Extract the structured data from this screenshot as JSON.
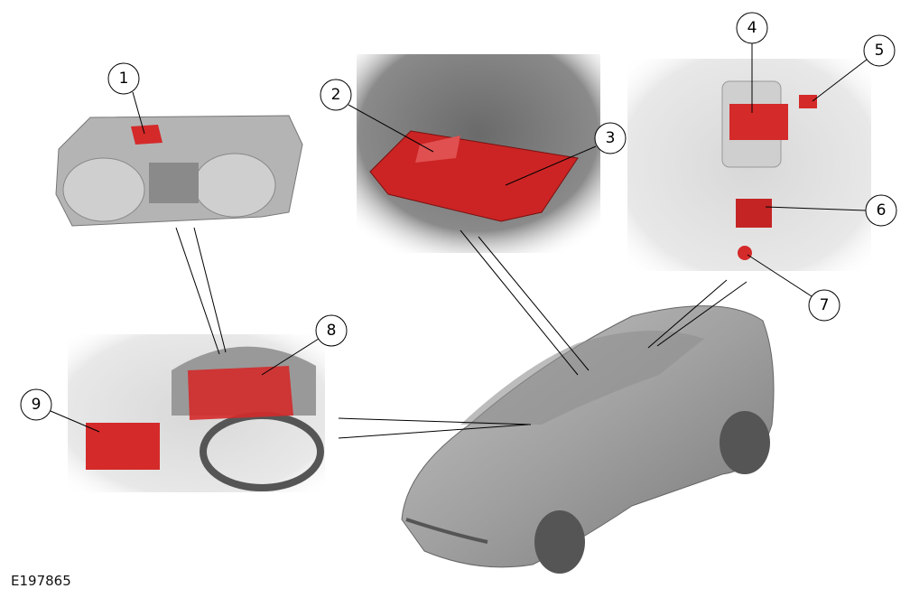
{
  "figure_ref": "E197865",
  "callouts": [
    "1",
    "2",
    "3",
    "4",
    "5",
    "6",
    "7",
    "8",
    "9"
  ],
  "colors": {
    "highlight": "#d42a2a",
    "component_gray": "#a8a8a8",
    "line": "#000000"
  }
}
